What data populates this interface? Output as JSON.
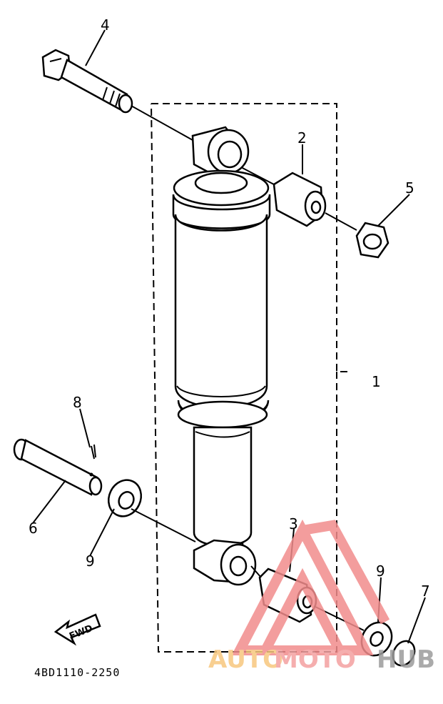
{
  "callouts": [
    {
      "id": "4",
      "label": "4"
    },
    {
      "id": "2",
      "label": "2"
    },
    {
      "id": "5",
      "label": "5"
    },
    {
      "id": "1",
      "label": "1"
    },
    {
      "id": "8",
      "label": "8"
    },
    {
      "id": "6",
      "label": "6"
    },
    {
      "id": "9a",
      "label": "9"
    },
    {
      "id": "3",
      "label": "3"
    },
    {
      "id": "9b",
      "label": "9"
    },
    {
      "id": "7",
      "label": "7"
    }
  ],
  "fwd_label": "FWD",
  "diagram_code": "4BD1110-2250",
  "watermark": {
    "part1": "AUTO",
    "part2": "MOTO",
    "part3": "HUB",
    "colors": {
      "auto": "#f7c77e",
      "moto": "#f4a1a1",
      "hub": "#9c9c9c",
      "triangle": "#f28c8c"
    }
  }
}
